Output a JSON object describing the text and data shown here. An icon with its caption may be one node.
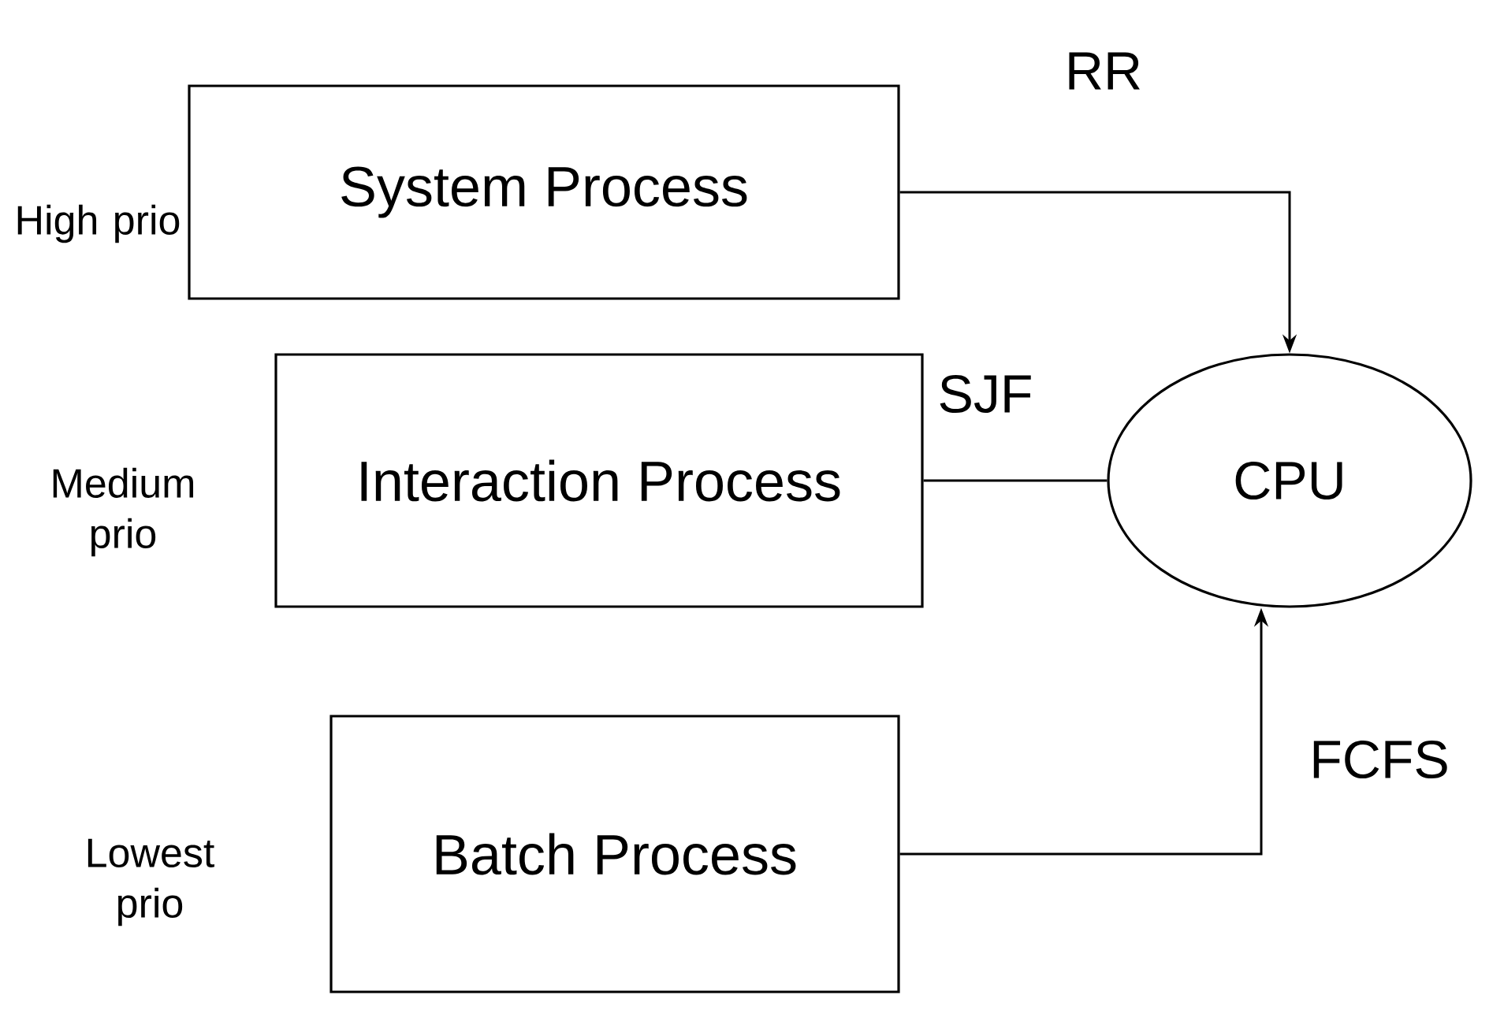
{
  "diagram": {
    "nodes": [
      {
        "text": [
          "System Process"
        ],
        "beside": [
          "High prio"
        ]
      },
      {
        "text": [
          "Interaction Process"
        ],
        "beside": [
          "Medium prio"
        ]
      },
      {
        "text": [
          "Batch Process"
        ],
        "beside": [
          "Lowest prio"
        ]
      },
      {
        "text": [
          "CPU"
        ]
      }
    ],
    "edges": [
      {
        "from": 0,
        "to": 3,
        "arrow": "to",
        "label": "RR"
      },
      {
        "from": 1,
        "to": 3,
        "arrow": "none",
        "label": "SJF"
      },
      {
        "from": 2,
        "to": 3,
        "arrow": "to",
        "label": "FCFS"
      }
    ]
  }
}
